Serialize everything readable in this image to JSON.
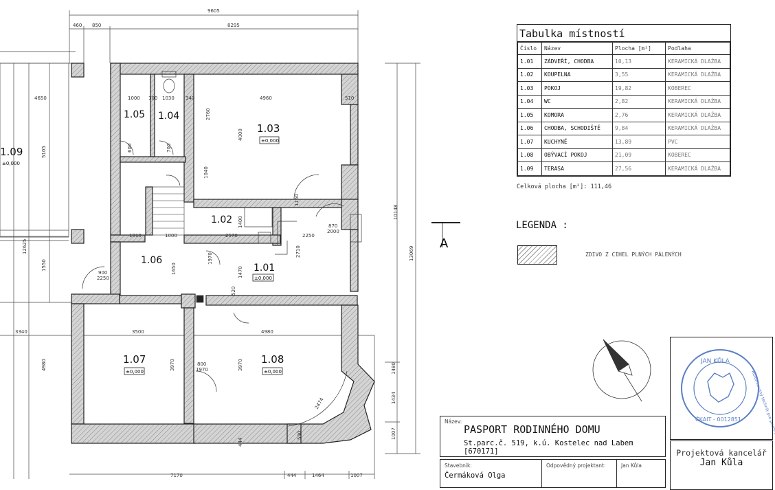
{
  "rooms": {
    "r101": {
      "name": "1.01",
      "level": "±0,000"
    },
    "r102": {
      "name": "1.02"
    },
    "r103": {
      "name": "1.03",
      "level": "±0,000"
    },
    "r104": {
      "name": "1.04"
    },
    "r105": {
      "name": "1.05"
    },
    "r106": {
      "name": "1.06"
    },
    "r107": {
      "name": "1.07",
      "level": "±0,000"
    },
    "r108": {
      "name": "1.08",
      "level": "±0,000"
    },
    "r109": {
      "name": "1.09",
      "level": "±0,000"
    }
  },
  "dims": {
    "top_total": "9605",
    "top_a": "460",
    "top_b": "850",
    "top_c": "8295",
    "d4650": "4650",
    "d4960": "4960",
    "d1000": "1000",
    "d100": "100",
    "d1030": "1030",
    "d340": "340",
    "d510": "510",
    "d2760": "2760",
    "d4000": "4000",
    "d1040": "1040",
    "d5105": "5105",
    "d12625": "12625",
    "d1550": "1550",
    "d1010": "1010",
    "d1650": "1650",
    "d2570": "2570",
    "d2250": "2250",
    "d2710": "2710",
    "d1470": "1470",
    "d900": "900",
    "d2250b": "2250",
    "d3340": "3340",
    "d3500": "3500",
    "d4980": "4980",
    "d4980b": "4980",
    "d3970": "3970",
    "d3970b": "3970",
    "d800": "800",
    "d1970": "1970",
    "d2474": "2474",
    "d10148": "10148",
    "d13069": "13069",
    "d1480": "1480",
    "d1434": "1434",
    "d1007": "1007",
    "b7170": "7170",
    "b444": "444",
    "b1464": "1464",
    "b1007": "1007",
    "d870": "870",
    "d2000": "2000",
    "d1400": "1400",
    "d600": "600",
    "d700": "700",
    "d1970b": "1970",
    "d520": "520",
    "d444": "444",
    "d590": "590",
    "d1160": "1160"
  },
  "section_mark": "A",
  "room_table": {
    "caption": "Tabulka místností",
    "headers": [
      "Číslo",
      "Název",
      "Plocha [m²]",
      "Podlaha"
    ],
    "rows": [
      [
        "1.01",
        "ZÁDVEŘÍ, CHODBA",
        "10,13",
        "KERAMICKÁ DLAŽBA"
      ],
      [
        "1.02",
        "KOUPELNA",
        "3,55",
        "KERAMICKÁ DLAŽBA"
      ],
      [
        "1.03",
        "POKOJ",
        "19,82",
        "KOBEREC"
      ],
      [
        "1.04",
        "WC",
        "2,82",
        "KERAMICKÁ DLAŽBA"
      ],
      [
        "1.05",
        "KOMORA",
        "2,76",
        "KERAMICKÁ DLAŽBA"
      ],
      [
        "1.06",
        "CHODBA, SCHODIŠTĚ",
        "9,84",
        "KERAMICKÁ DLAŽBA"
      ],
      [
        "1.07",
        "KUCHYNĚ",
        "13,89",
        "PVC"
      ],
      [
        "1.08",
        "OBÝVACÍ POKOJ",
        "21,09",
        "KOBEREC"
      ],
      [
        "1.09",
        "TERASA",
        "27,56",
        "KERAMICKÁ DLAŽBA"
      ]
    ],
    "total": "Celková plocha [m²]: 111,46"
  },
  "legend": {
    "title": "LEGENDA :",
    "item": "ZDIVO Z CIHEL PLNÝCH PÁLENÝCH"
  },
  "title_block": {
    "name_label": "Název:",
    "title": "PASPORT RODINNÉHO DOMU",
    "subtitle": "St.parc.č. 519, k.ú. Kostelec nad Labem [670171]",
    "owner_label": "Stavebník:",
    "owner": "Čermáková Olga",
    "responsible_label": "Odpovědný projektant:",
    "responsible": "",
    "drawn_label": "Jan Kůla",
    "drawn": ""
  },
  "office": {
    "line1": "Projektová kancelář",
    "line2": "Jan Kůla"
  },
  "stamp": {
    "top": "JAN KŮLA",
    "arc": "Autorizovaný technik pro pozemní stavby",
    "bottom": "ČKAIT - 0012851"
  }
}
